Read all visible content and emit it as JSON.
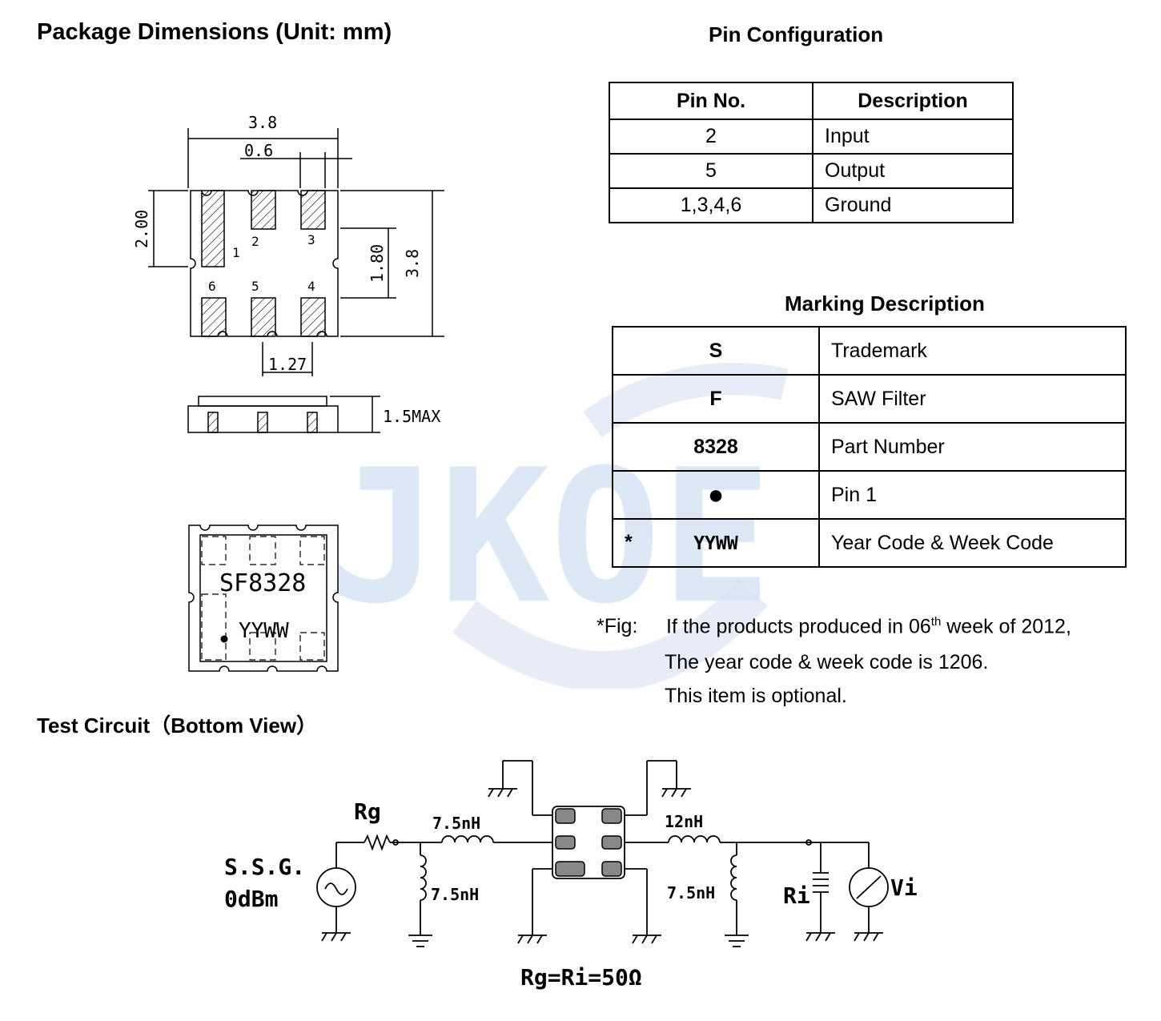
{
  "headings": {
    "package_dimensions": "Package Dimensions (Unit: mm)",
    "pin_configuration": "Pin Configuration",
    "marking_description": "Marking Description",
    "test_circuit": "Test Circuit（Bottom View）"
  },
  "dimensions": {
    "width_top": "3.8",
    "pad_width": "0.6",
    "height_left": "2.00",
    "pitch_vertical": "1.80",
    "height_right": "3.8",
    "pitch_horizontal": "1.27",
    "max_height": "1.5MAX",
    "pins": [
      "1",
      "2",
      "3",
      "6",
      "5",
      "4"
    ]
  },
  "marking_label": {
    "part": "SF8328",
    "code": "YYWW"
  },
  "pin_table": {
    "headers": [
      "Pin No.",
      "Description"
    ],
    "rows": [
      {
        "pin": "2",
        "desc": "Input"
      },
      {
        "pin": "5",
        "desc": "Output"
      },
      {
        "pin": "1,3,4,6",
        "desc": "Ground"
      }
    ]
  },
  "marking_table": {
    "rows": [
      {
        "symbol": "S",
        "desc": "Trademark"
      },
      {
        "symbol": "F",
        "desc": "SAW Filter"
      },
      {
        "symbol": "8328",
        "desc": "Part Number"
      },
      {
        "symbol": "●",
        "desc": "Pin 1"
      },
      {
        "star": "*",
        "symbol": "YYWW",
        "desc": "Year Code & Week Code"
      }
    ]
  },
  "note": {
    "prefix": "*Fig:",
    "line1_a": "If the products produced in 06",
    "line1_sup": "th",
    "line1_b": " week of 2012,",
    "line2": "The year code & week code is 1206.",
    "line3": "This item is optional."
  },
  "circuit": {
    "rg": "Rg",
    "source_name": "S.S.G.",
    "source_level": "0dBm",
    "l_in_series": "7.5nH",
    "l_in_shunt": "7.5nH",
    "l_out_series": "12nH",
    "l_out_shunt": "7.5nH",
    "ri": "Ri",
    "vi": "Vi",
    "equation": "Rg=Ri=50Ω"
  },
  "watermark": {
    "text": "JKOE"
  }
}
